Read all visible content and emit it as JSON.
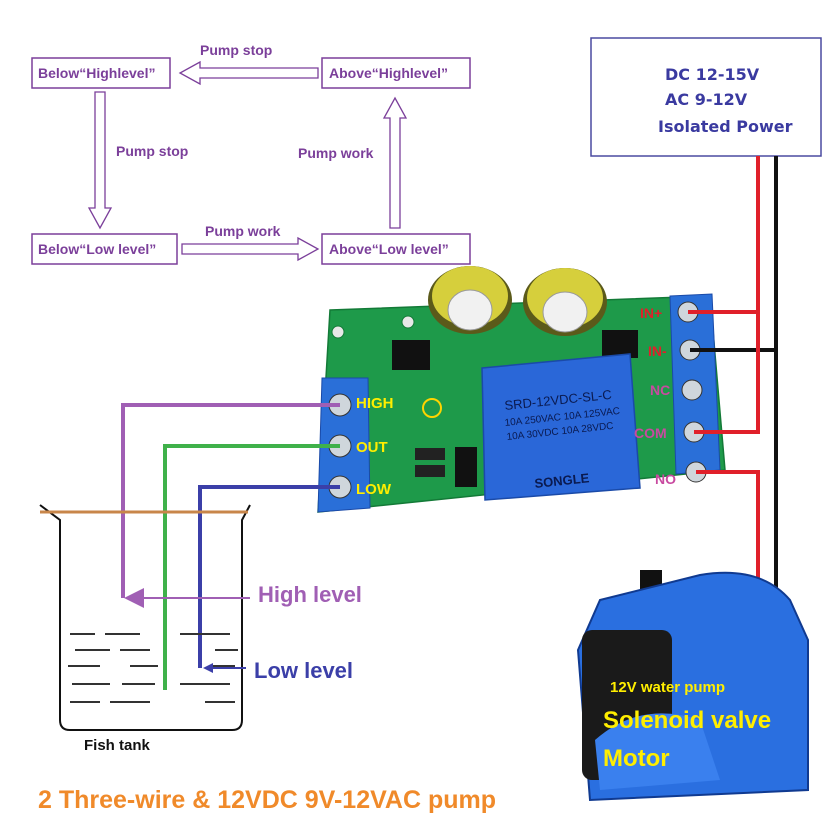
{
  "flow": {
    "box_below_high": "Below“Highlevel”",
    "box_above_high": "Above“Highlevel”",
    "box_below_low": "Below“Low level”",
    "box_above_low": "Above“Low level”",
    "arrow_top": "Pump stop",
    "arrow_left": "Pump stop",
    "arrow_right": "Pump work",
    "arrow_bottom": "Pump work",
    "color": "#7b3f9a"
  },
  "power": {
    "line1": "DC 12-15V",
    "line2": "AC 9-12V",
    "line3": "Isolated Power"
  },
  "board": {
    "left_terminals": [
      "HIGH",
      "OUT",
      "LOW"
    ],
    "right_terminals": [
      "IN+",
      "IN-",
      "NC",
      "COM",
      "NO"
    ],
    "relay_model": "SRD-12VDC-SL-C",
    "relay_rating1": "10A 250VAC  10A 125VAC",
    "relay_rating2": "10A 30VDC  10A 28VDC",
    "relay_brand": "SONGLE"
  },
  "tank": {
    "high_label": "High level",
    "low_label": "Low level",
    "caption": "Fish tank"
  },
  "pump": {
    "line1": "12V water pump",
    "line2": "Solenoid valve",
    "line3": "Motor"
  },
  "footer": "2 Three-wire & 12VDC 9V-12VAC pump",
  "colors": {
    "wire_high": "#a05fb4",
    "wire_out": "#3fb14a",
    "wire_low": "#3b3fa8",
    "wire_red": "#e0202a",
    "wire_black": "#111111",
    "board": "#1e9a4a",
    "relay": "#2a67d8",
    "pump": "#2a6fe0",
    "footer": "#f08a2a"
  }
}
